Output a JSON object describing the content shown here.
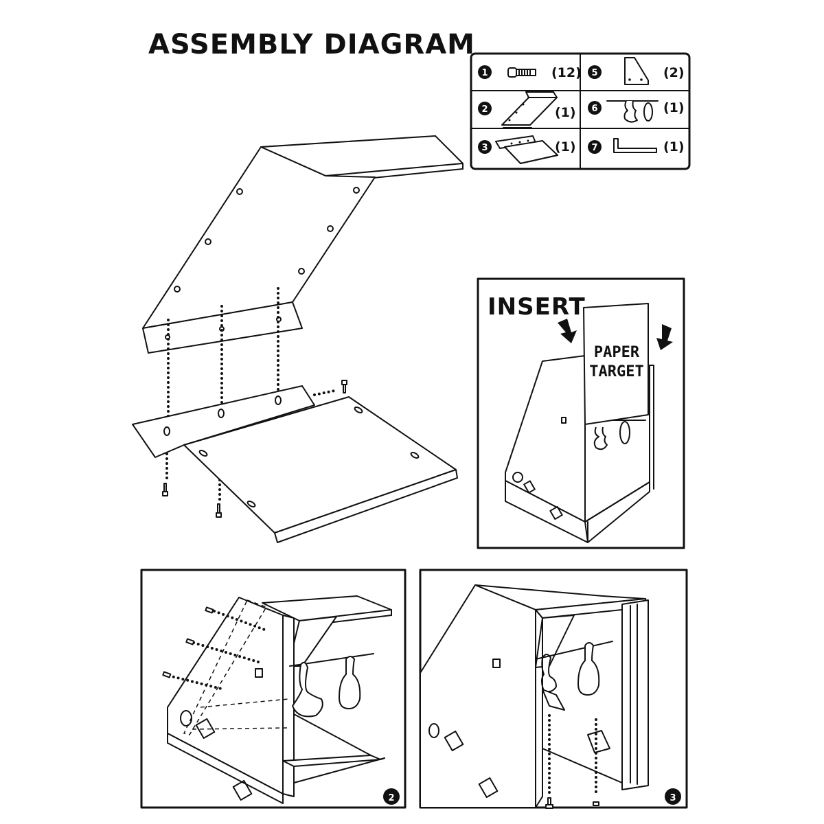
{
  "title": "ASSEMBLY DIAGRAM",
  "parts": [
    {
      "number": "1",
      "icon": "bolt-icon",
      "quantity": "(12)"
    },
    {
      "number": "2",
      "icon": "angled-plate-icon",
      "quantity": "(1)"
    },
    {
      "number": "3",
      "icon": "bottom-plate-icon",
      "quantity": "(1)"
    },
    {
      "number": "5",
      "icon": "side-bracket-icon",
      "quantity": "(2)"
    },
    {
      "number": "6",
      "icon": "target-rod-icon",
      "quantity": "(1)"
    },
    {
      "number": "7",
      "icon": "hex-key-icon",
      "quantity": "(1)"
    }
  ],
  "insert_panel": {
    "heading": "INSERT",
    "target_line1": "PAPER",
    "target_line2": "TARGET"
  },
  "step_badges": {
    "step2": "2",
    "step3": "3"
  }
}
